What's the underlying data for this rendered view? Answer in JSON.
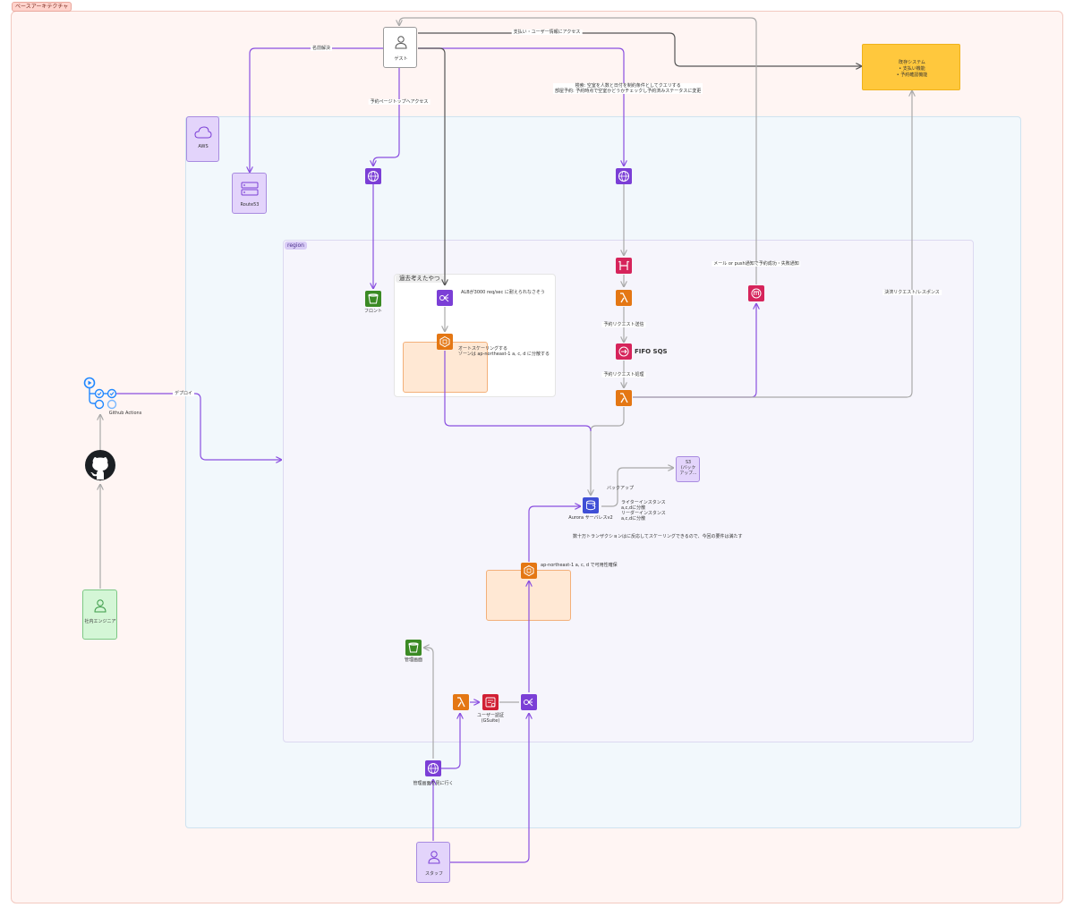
{
  "frames": {
    "root": "ベースアーキテクチャ",
    "cloud": "cloud",
    "region": "region",
    "past": "過去考えたやつ"
  },
  "nodes": {
    "guest": "ゲスト",
    "route53": "Route53",
    "aws": "AWS",
    "front": "フロント",
    "existing_title": "既存システム",
    "existing_items": [
      "支払い機能",
      "予約確認機能"
    ],
    "fifo_sqs": "FIFO SQS",
    "aurora": "Aurora サーバレスv2",
    "s3_backup": "S3\n(バック\nアップ...",
    "user_auth": "ユーザー認証\n(GSuite)",
    "admin_screen": "管理画面",
    "github_actions": "Github Actions",
    "engineer": "社内エンジニア",
    "staff": "スタッフ"
  },
  "labels": {
    "name_resolve": "名前解決",
    "payment_access": "支払い・ユーザー情報にアクセス",
    "search_note": "検索: 空室を人数と日付を制約条件としてクエリする\n部屋予約: 予約時点で空室かどうかチェックし予約済みステータスに変更",
    "reservation_top": "予約ページトップへアクセス",
    "alb_note": "ALBが3000 req/sec に耐えられなさそう",
    "autoscaling_note": "オートスケーリングする\nゾーンは ap-northeast-1 a, c, d に分散する",
    "send_request": "予約リクエスト送信",
    "process_request": "予約リクエスト処理",
    "mail_push": "メール or push通知で予約成功・失敗通知",
    "payment_req": "決済リクエスト/レスポンス",
    "deploy": "デプロイ",
    "backup": "バックアップ",
    "writer": "ライターインスタンス\na,c,dに分散\nリーダーインスタンス\na,c,dに分散",
    "tx_note": "数十万トランザクションはに反応してスケーリングできるので、今回の要件は満たす",
    "ha_note": "ap-northeast-1 a, c, d で可用性確保",
    "view_admin": "管理画面を見に行く"
  },
  "colors": {
    "purple": "#7b3fd6",
    "orange": "#e47714",
    "pink": "#d6245b",
    "green": "#3b8a24",
    "arrow_purple": "#8a4fe0",
    "arrow_gray": "#a9a9a9",
    "arrow_dark": "#555555"
  }
}
